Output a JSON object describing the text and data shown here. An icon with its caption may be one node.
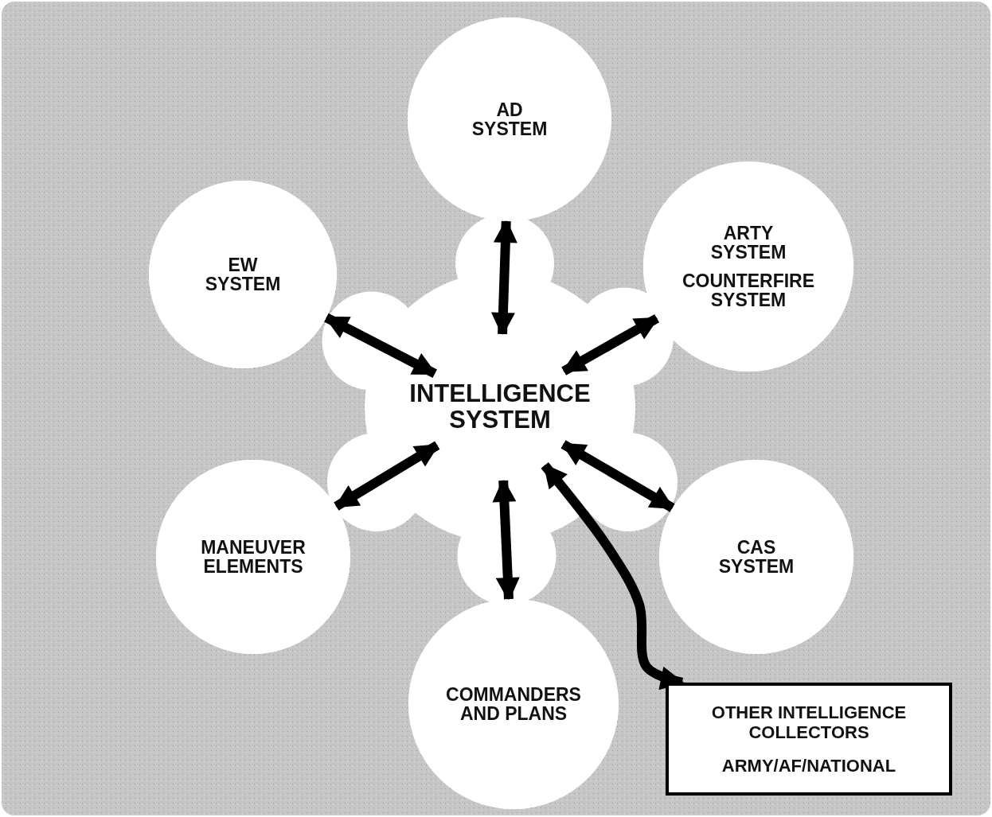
{
  "diagram": {
    "nodes": [
      {
        "text": [
          "INTELLIGENCE SYSTEM"
        ]
      },
      {
        "text": [
          "AD SYSTEM"
        ]
      },
      {
        "text": [
          "EW SYSTEM"
        ]
      },
      {
        "text": [
          "ARTY SYSTEM",
          "COUNTERFIRE SYSTEM"
        ]
      },
      {
        "text": [
          "MANEUVER ELEMENTS"
        ]
      },
      {
        "text": [
          "CAS SYSTEM"
        ]
      },
      {
        "text": [
          "COMMANDERS AND PLANS"
        ]
      },
      {
        "text": [
          "OTHER INTELLIGENCE COLLECTORS",
          "ARMY/AF/NATIONAL"
        ]
      }
    ],
    "edges": [
      {
        "from": 0,
        "to": 1,
        "arrow": "both"
      },
      {
        "from": 0,
        "to": 2,
        "arrow": "both"
      },
      {
        "from": 0,
        "to": 3,
        "arrow": "both"
      },
      {
        "from": 0,
        "to": 4,
        "arrow": "both"
      },
      {
        "from": 0,
        "to": 5,
        "arrow": "both"
      },
      {
        "from": 0,
        "to": 6,
        "arrow": "both"
      },
      {
        "from": 0,
        "to": 7,
        "arrow": "both"
      }
    ]
  }
}
